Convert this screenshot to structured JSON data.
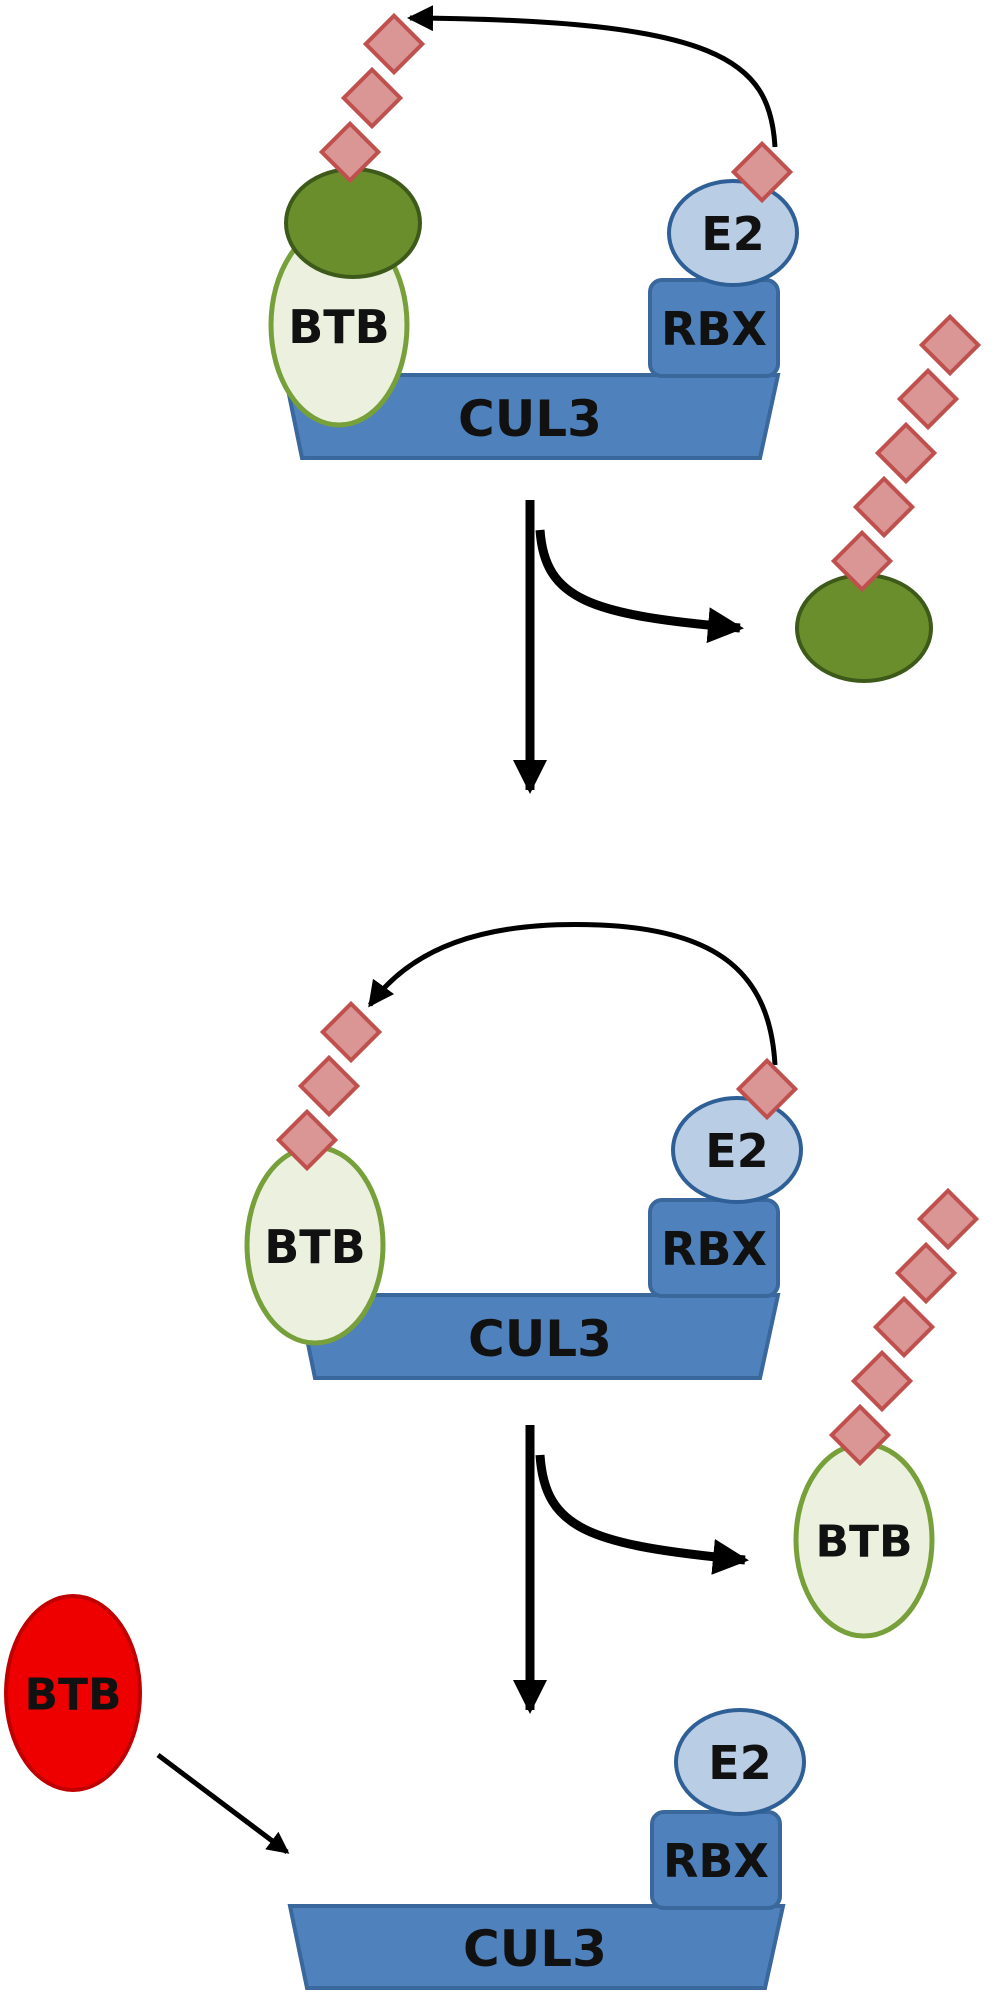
{
  "labels": {
    "btb": "BTB",
    "cul3": "CUL3",
    "rbx": "RBX",
    "e2": "E2"
  },
  "colors": {
    "cul3_fill": "#4f81bd",
    "cul3_stroke": "#3a679c",
    "e2_fill": "#b9cde5",
    "substrate_green": "#6b8e2d",
    "btb_fill": "#ebf1de",
    "btb_stroke": "#77a03a",
    "ubiquitin_fill": "#d99694",
    "ubiquitin_stroke": "#c0504d",
    "inhibitor_red": "#ee0000",
    "arrow": "#000000"
  },
  "panels": [
    {
      "name": "substrate-bound",
      "releases": "ubiquitinated substrate"
    },
    {
      "name": "btb-autoubiquitination",
      "releases": "ubiquitinated BTB"
    },
    {
      "name": "inhibitor-btb-binding"
    }
  ]
}
